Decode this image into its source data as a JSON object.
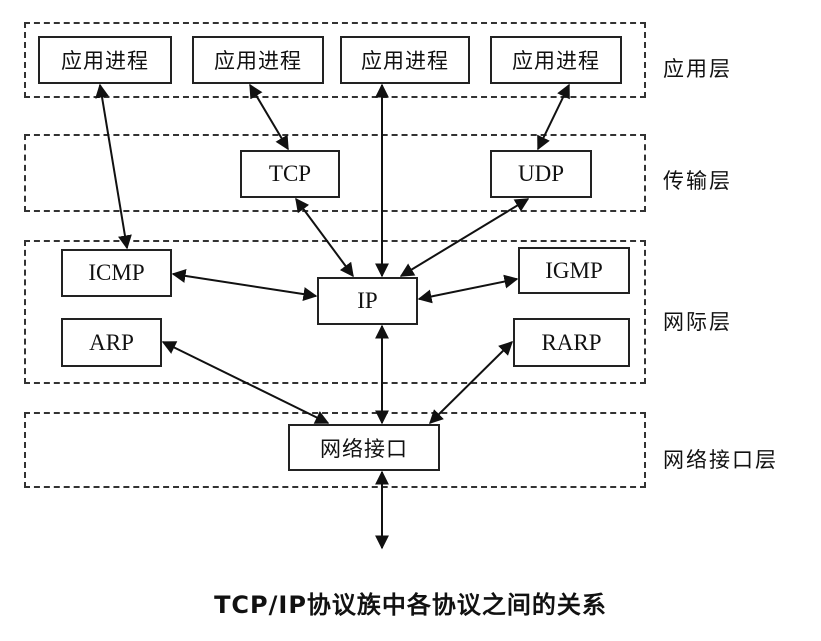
{
  "layers": {
    "application": {
      "label": "应用层"
    },
    "transport": {
      "label": "传输层"
    },
    "internet": {
      "label": "网际层"
    },
    "link": {
      "label": "网络接口层"
    }
  },
  "nodes": {
    "app1": "应用进程",
    "app2": "应用进程",
    "app3": "应用进程",
    "app4": "应用进程",
    "tcp": "TCP",
    "udp": "UDP",
    "icmp": "ICMP",
    "igmp": "IGMP",
    "ip": "IP",
    "arp": "ARP",
    "rarp": "RARP",
    "netif": "网络接口"
  },
  "edges": [
    {
      "from": "app1",
      "to": "icmp",
      "bidirectional": true
    },
    {
      "from": "app2",
      "to": "tcp",
      "bidirectional": true
    },
    {
      "from": "app3",
      "to": "ip",
      "bidirectional": true
    },
    {
      "from": "app4",
      "to": "udp",
      "bidirectional": true
    },
    {
      "from": "tcp",
      "to": "ip",
      "bidirectional": true
    },
    {
      "from": "udp",
      "to": "ip",
      "bidirectional": true
    },
    {
      "from": "icmp",
      "to": "ip",
      "bidirectional": true
    },
    {
      "from": "igmp",
      "to": "ip",
      "bidirectional": true
    },
    {
      "from": "ip",
      "to": "netif",
      "bidirectional": true
    },
    {
      "from": "arp",
      "to": "netif",
      "bidirectional": true
    },
    {
      "from": "rarp",
      "to": "netif",
      "bidirectional": true
    },
    {
      "from": "netif",
      "to": "physical-medium",
      "bidirectional": true
    }
  ],
  "caption": "TCP/IP协议族中各协议之间的关系",
  "colors": {
    "line": "#111111",
    "background": "#ffffff"
  }
}
